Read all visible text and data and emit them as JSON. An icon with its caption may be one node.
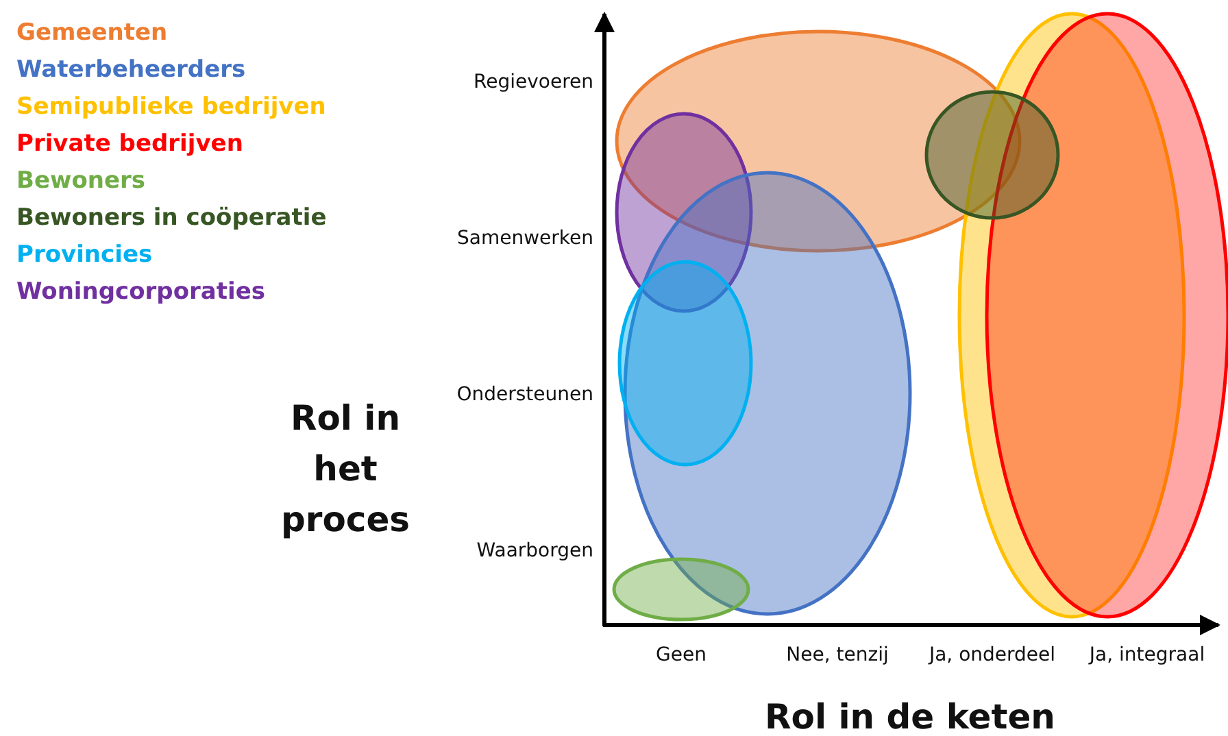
{
  "diagram": {
    "labels": [
      "Regievoeren",
      "Samenwerken",
      "Ondersteunen",
      "Waarborgen",
      "Geen",
      "Nee, tenzij",
      "Ja, onderdeel",
      "Ja, integraal",
      "Rol in het proces",
      "Rol in de keten"
    ],
    "legend": [
      {
        "text": "Gemeenten",
        "color": "#ed7d31"
      },
      {
        "text": "Waterbeheerders",
        "color": "#4472c4"
      },
      {
        "text": "Semipublieke bedrijven",
        "color": "#ffc000"
      },
      {
        "text": "Private bedrijven",
        "color": "#ff0000"
      },
      {
        "text": "Bewoners",
        "color": "#70ad47"
      },
      {
        "text": "Bewoners in coöperatie",
        "color": "#375623"
      },
      {
        "text": "Provincies",
        "color": "#00b0f0"
      },
      {
        "text": "Woningcorporaties",
        "color": "#7030a0"
      }
    ]
  }
}
